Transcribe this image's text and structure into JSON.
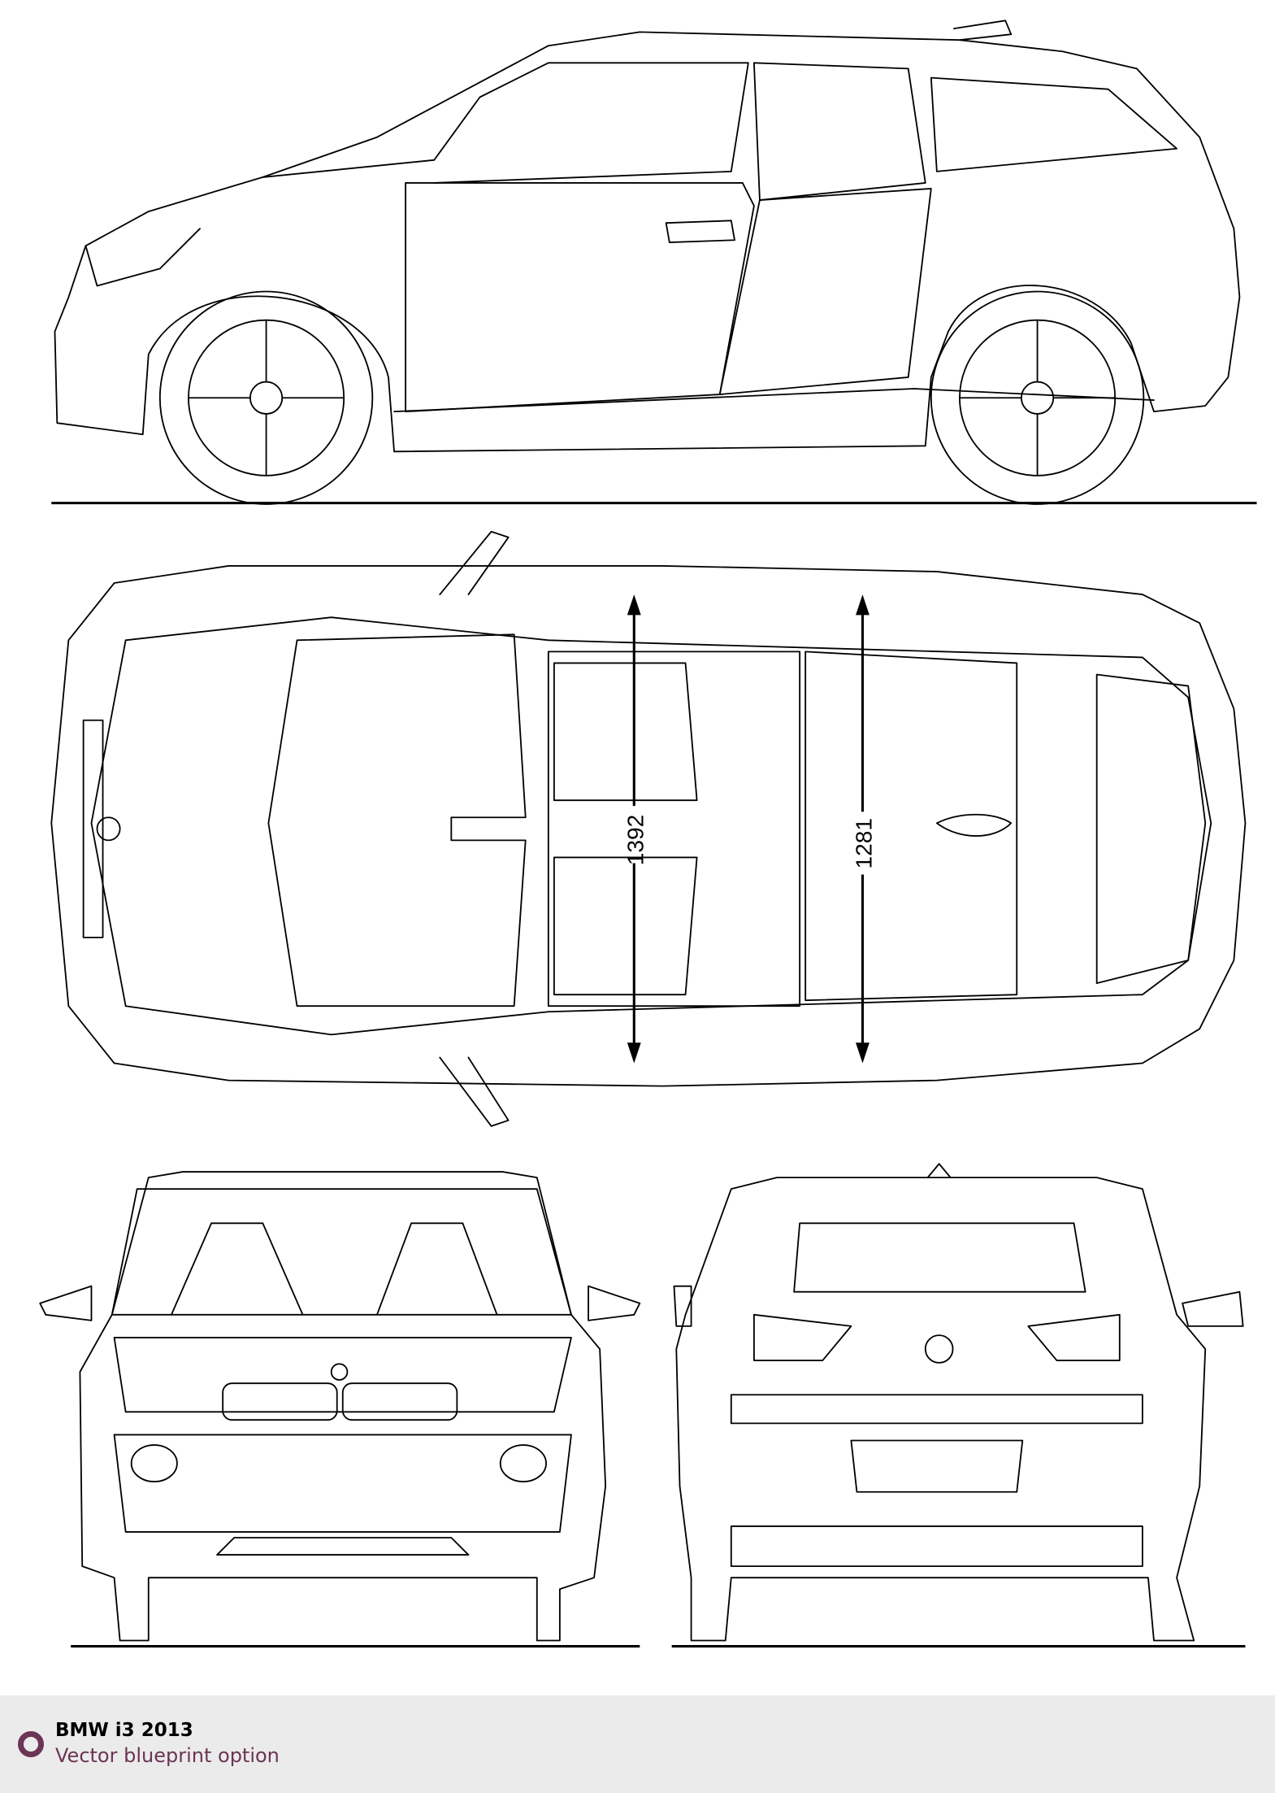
{
  "blueprint": {
    "views": [
      "side",
      "top",
      "front",
      "rear"
    ],
    "dimensions": {
      "front_track": "1392",
      "rear_track": "1281"
    }
  },
  "footer": {
    "title": "BMW i3 2013",
    "subtitle": "Vector blueprint option",
    "accent_color": "#6b3553",
    "background": "#ebebeb"
  }
}
